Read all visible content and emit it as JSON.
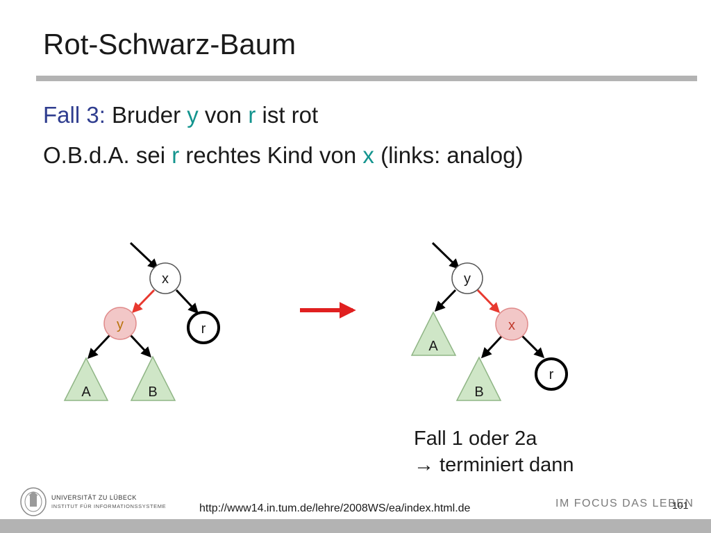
{
  "slide": {
    "title": "Rot-Schwarz-Baum",
    "line1": {
      "label": "Fall 3:",
      "t1": " Bruder ",
      "y": "y",
      "t2": " von ",
      "r": "r",
      "t3": " ist rot"
    },
    "line2": {
      "t1": "O.B.d.A. sei ",
      "r": "r",
      "t2": " rechtes Kind von ",
      "x": "x",
      "t3": " (links: analog)"
    },
    "note_line1": "Fall 1 oder 2a",
    "note_line2": "→ terminiert dann",
    "footer_url": "http://www14.in.tum.de/lehre/2008WS/ea/index.html.de",
    "page_number": "101",
    "slogan": "IM FOCUS DAS LEBEN",
    "university": "UNIVERSITÄT ZU LÜBECK",
    "institute": "INSTITUT FÜR INFORMATIONSSYSTEME"
  },
  "trees": {
    "left": {
      "x": "x",
      "y": "y",
      "r": "r",
      "A": "A",
      "B": "B"
    },
    "right": {
      "y": "y",
      "x": "x",
      "r": "r",
      "A": "A",
      "B": "B"
    }
  },
  "colors": {
    "red_node_fill": "#f2c7c7",
    "red_edge": "#e8392f",
    "black_node_fill": "#ffffff",
    "subtree_fill": "#cfe6c7",
    "arrow": "#e02020"
  }
}
